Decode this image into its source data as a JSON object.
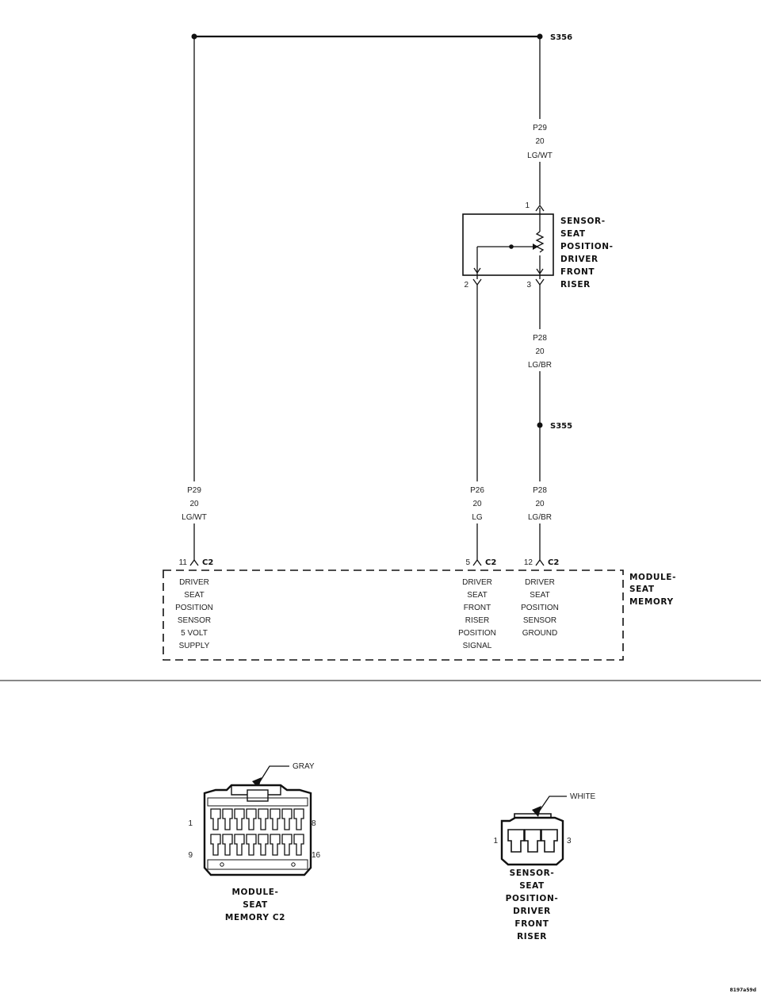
{
  "splices": {
    "top": "S356",
    "mid": "S355"
  },
  "wires": {
    "top_right": [
      "P29",
      "20",
      "LG/WT"
    ],
    "mid_right": [
      "P28",
      "20",
      "LG/BR"
    ],
    "left": [
      "P29",
      "20",
      "LG/WT"
    ],
    "center": [
      "P26",
      "20",
      "LG"
    ],
    "right": [
      "P28",
      "20",
      "LG/BR"
    ]
  },
  "sensor": {
    "label": [
      "SENSOR-",
      "SEAT",
      "POSITION-",
      "DRIVER",
      "FRONT",
      "RISER"
    ],
    "pins": {
      "p1": "1",
      "p2": "2",
      "p3": "3"
    }
  },
  "module": {
    "label": [
      "MODULE-",
      "SEAT",
      "MEMORY"
    ],
    "connector": "C2",
    "pins": {
      "left": "11",
      "center": "5",
      "right": "12"
    },
    "functions": {
      "left": [
        "DRIVER",
        "SEAT",
        "POSITION",
        "SENSOR",
        "5 VOLT",
        "SUPPLY"
      ],
      "center": [
        "DRIVER",
        "SEAT",
        "FRONT",
        "RISER",
        "POSITION",
        "SIGNAL"
      ],
      "right": [
        "DRIVER",
        "SEAT",
        "POSITION",
        "SENSOR",
        "GROUND"
      ]
    }
  },
  "connector_views": {
    "module_c2": {
      "color": "GRAY",
      "label": [
        "MODULE-",
        "SEAT",
        "MEMORY C2"
      ],
      "pins": {
        "tl": "1",
        "tr": "8",
        "bl": "9",
        "br": "16"
      }
    },
    "sensor": {
      "color": "WHITE",
      "label": [
        "SENSOR-",
        "SEAT",
        "POSITION-",
        "DRIVER",
        "FRONT",
        "RISER"
      ],
      "pins": {
        "l": "1",
        "r": "3"
      }
    }
  },
  "footer_code": "8197a59d"
}
